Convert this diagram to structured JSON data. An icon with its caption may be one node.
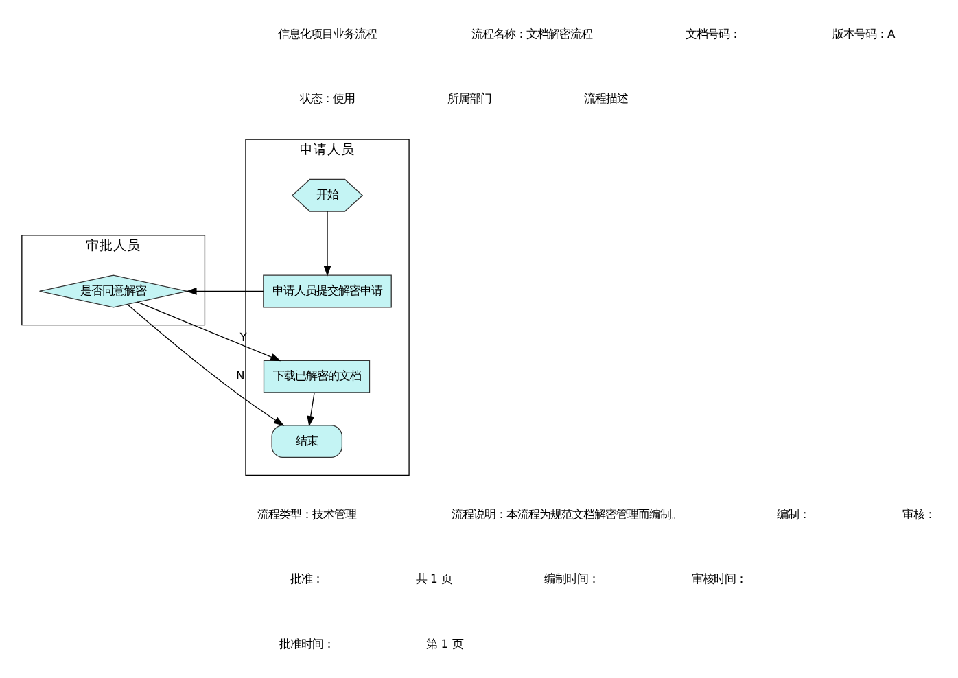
{
  "diagram": {
    "nodes": [
      {
        "text": [
          "申请人员"
        ]
      },
      {
        "text": [
          "审批人员"
        ]
      },
      {
        "text": [
          "开始"
        ],
        "in": 0
      },
      {
        "text": [
          "申请人员提交解密申请"
        ],
        "in": 0
      },
      {
        "text": [
          "是否同意解密"
        ],
        "in": 1
      },
      {
        "text": [
          "下载已解密的文档"
        ],
        "in": 0
      },
      {
        "text": [
          "结束"
        ],
        "in": 0
      }
    ],
    "edges": [
      {
        "from": 2,
        "to": 3,
        "arrow": "to"
      },
      {
        "from": 3,
        "to": 4,
        "arrow": "to"
      },
      {
        "from": 4,
        "to": 5,
        "label": "Y",
        "arrow": "to"
      },
      {
        "from": 5,
        "to": 6,
        "arrow": "to"
      },
      {
        "from": 4,
        "to": 6,
        "label": "N",
        "arrow": "to"
      }
    ],
    "labels": [
      "信息化项目业务流程",
      "流程名称：文档解密流程",
      "文档号码：",
      "版本号码：A",
      "状态：使用",
      "所属部门",
      "流程描述",
      "流程类型：技术管理",
      "流程说明：本流程为规范文档解密管理而编制。",
      "编制：",
      "审核：",
      "批准：",
      "共 1 页",
      "编制时间：",
      "审核时间：",
      "批准时间：",
      "第 1 页"
    ]
  }
}
